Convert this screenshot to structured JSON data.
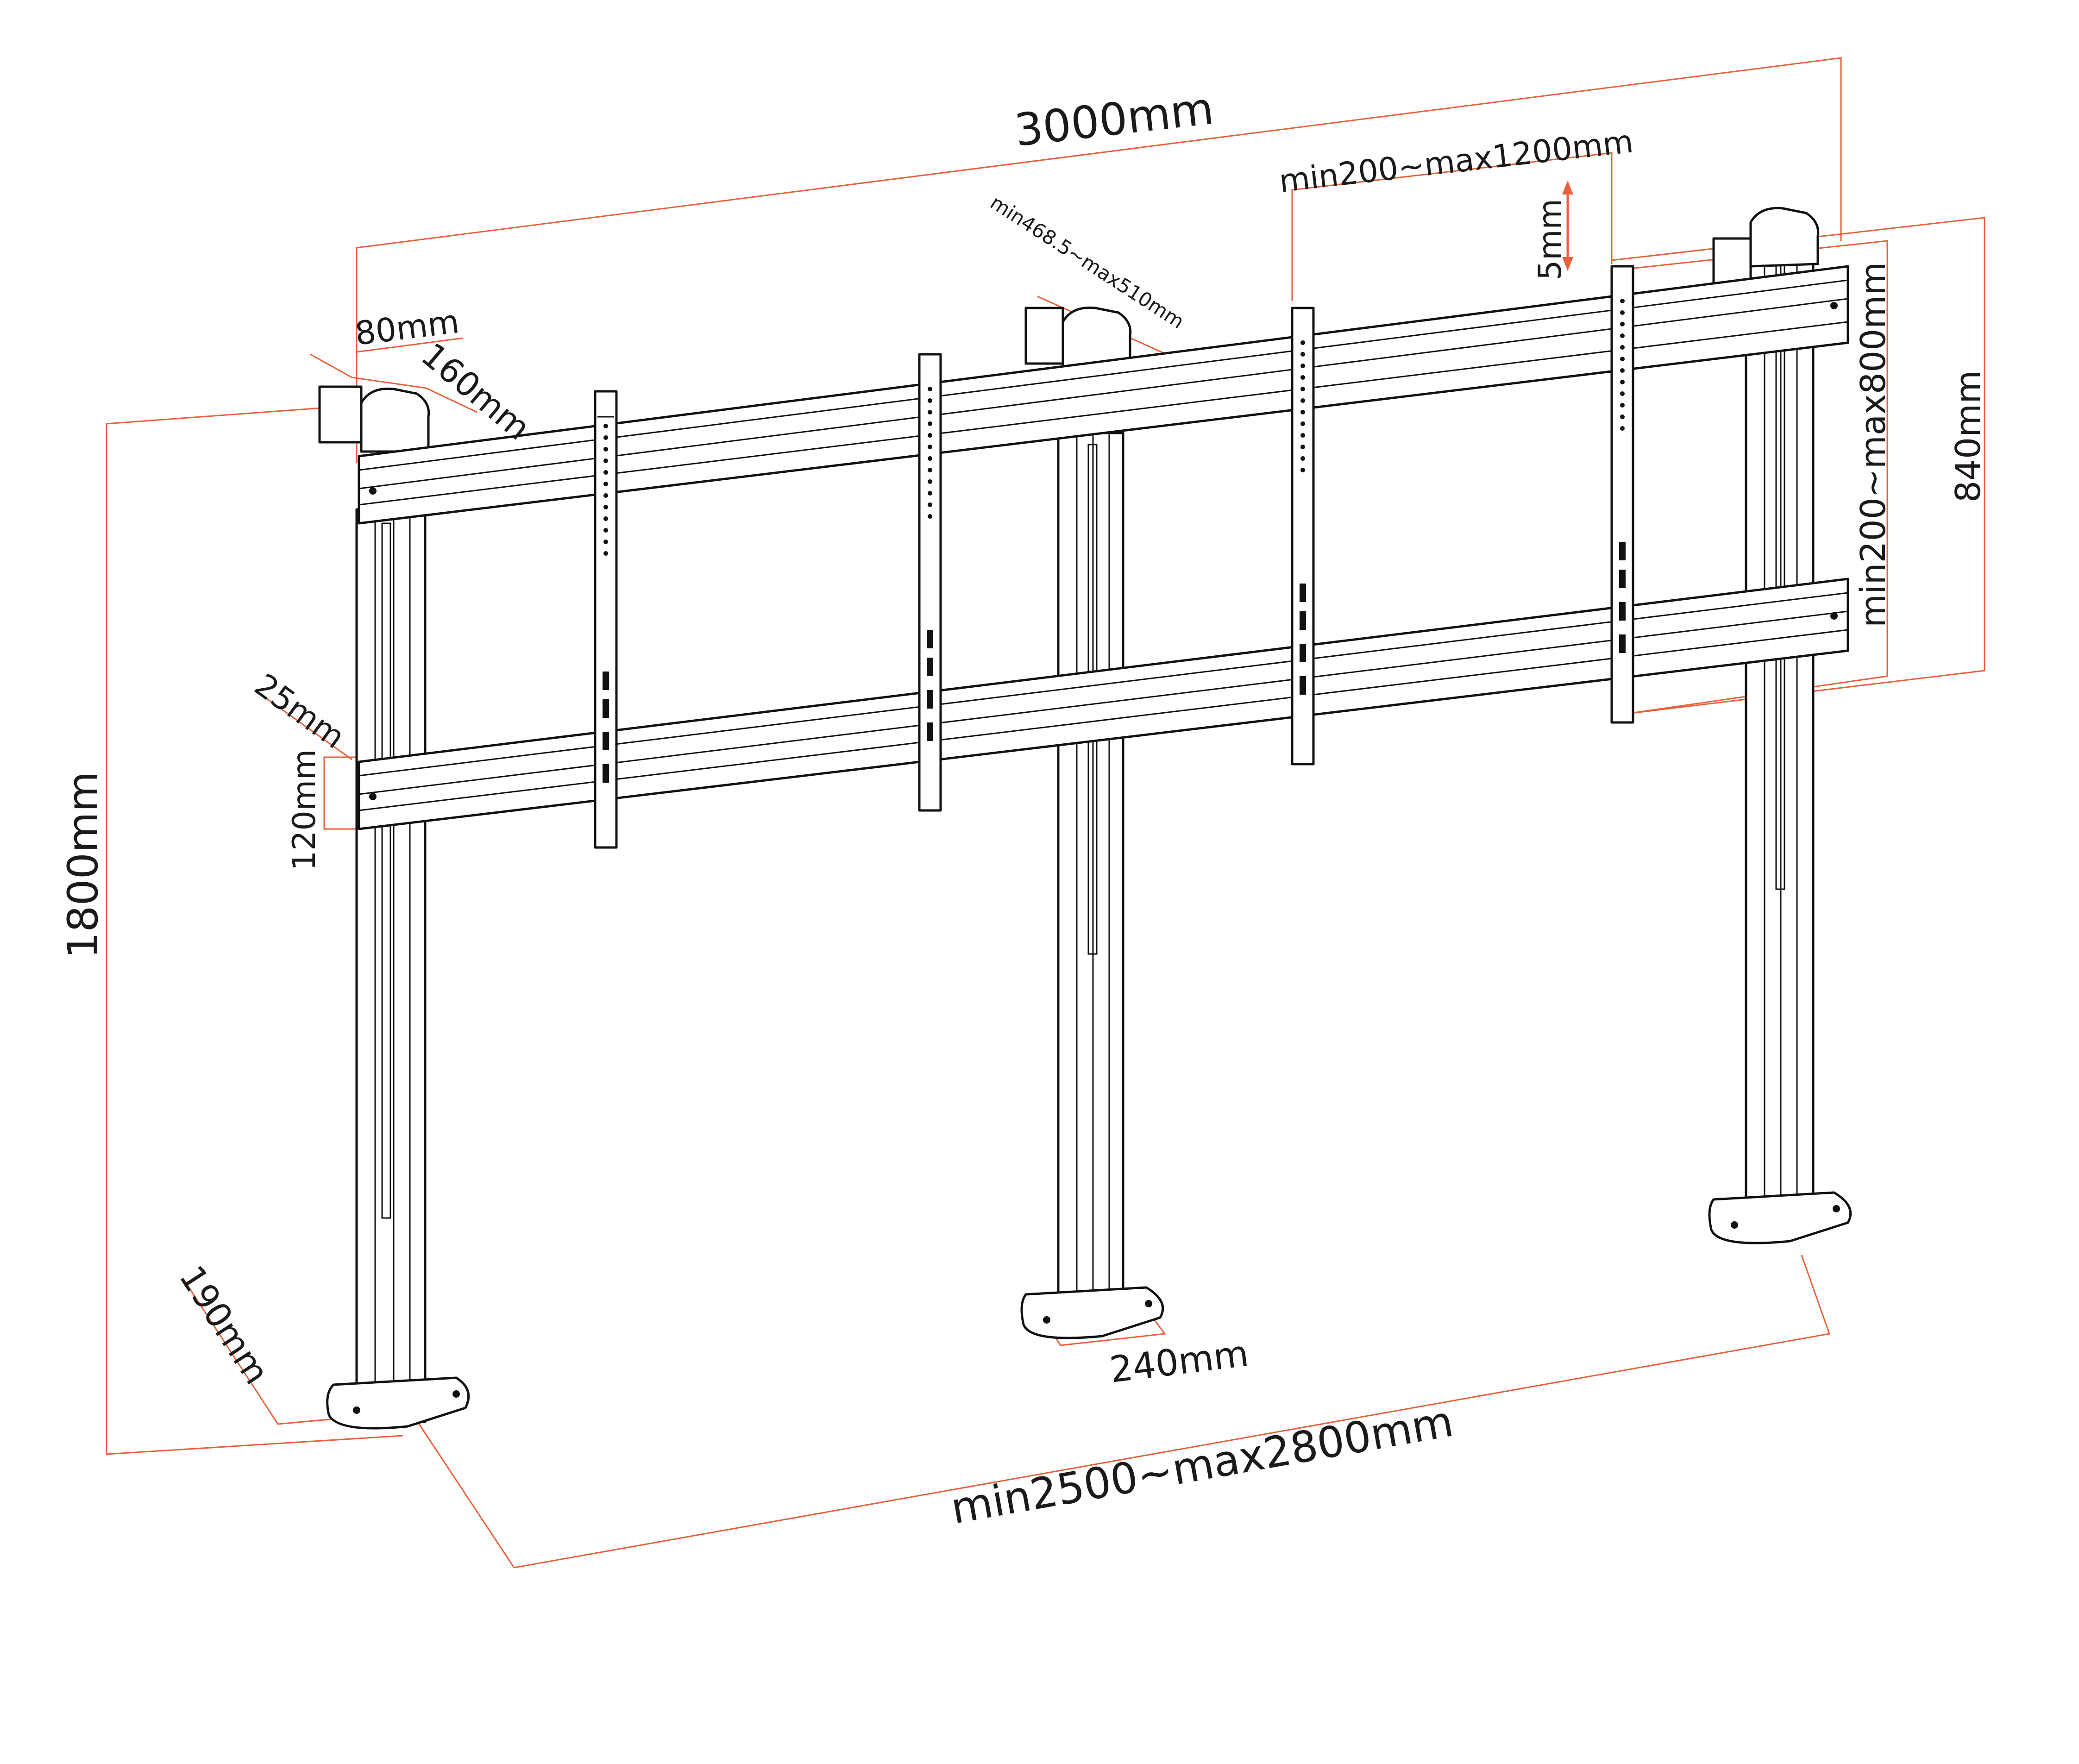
{
  "colors": {
    "dimension_line": "#e8603a",
    "outline": "#111111",
    "background": "#ffffff",
    "text": "#1a1a1a"
  },
  "dimensions": {
    "overall_width": "3000mm",
    "overall_height": "1800mm",
    "bracket_spacing": "min200~max1200mm",
    "vertical_adjust": "5mm",
    "shelf_depth": "min468.5~max510mm",
    "top_depth": "80mm",
    "post_depth": "160mm",
    "rail_spacing": "min200~max800mm",
    "frame_height": "840mm",
    "rail_offset": "25mm",
    "rail_height": "120mm",
    "foot_depth": "190mm",
    "foot_width": "240mm",
    "base_span": "min2500~max2800mm"
  }
}
